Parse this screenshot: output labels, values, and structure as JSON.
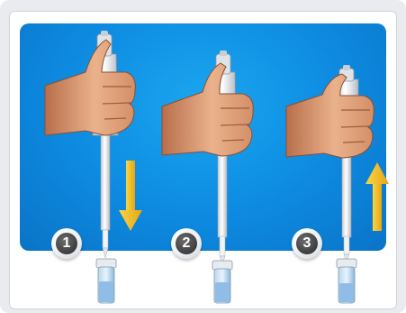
{
  "steps": [
    {
      "label": "1",
      "arrow": "down"
    },
    {
      "label": "2",
      "arrow": "none"
    },
    {
      "label": "3",
      "arrow": "up"
    }
  ],
  "colors": {
    "background": "#0d8ae0",
    "arrow": "#f2c21b",
    "skin": "#e9a57a",
    "pipette": "#eef0f2",
    "liquid": "#9fc7ea"
  }
}
